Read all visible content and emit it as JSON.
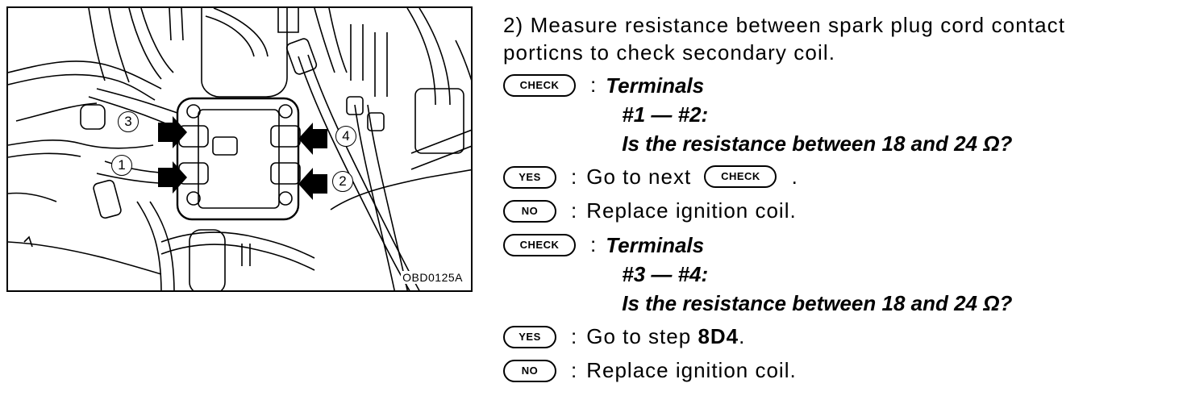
{
  "figure": {
    "code": "OBD0125A",
    "callouts": [
      "1",
      "2",
      "3",
      "4"
    ]
  },
  "step": {
    "intro_line1": "2) Measure resistance between spark plug cord contact",
    "intro_line2": "porticns to check secondary coil."
  },
  "checks": [
    {
      "tag": "CHECK",
      "sep": ":",
      "title": "Terminals",
      "terminals": "#1 — #2:",
      "question": "Is the resistance between 18 and 24 Ω?",
      "yes_tag": "YES",
      "yes_text": "Go to next",
      "yes_inline_tag": "CHECK",
      "yes_trail": ".",
      "no_tag": "NO",
      "no_text": "Replace ignition coil."
    },
    {
      "tag": "CHECK",
      "sep": ":",
      "title": "Terminals",
      "terminals": "#3 — #4:",
      "question": "Is the resistance between 18 and 24 Ω?",
      "yes_tag": "YES",
      "yes_text": "Go to step",
      "yes_step": "8D4",
      "yes_trail": ".",
      "no_tag": "NO",
      "no_text": "Replace ignition coil."
    }
  ]
}
